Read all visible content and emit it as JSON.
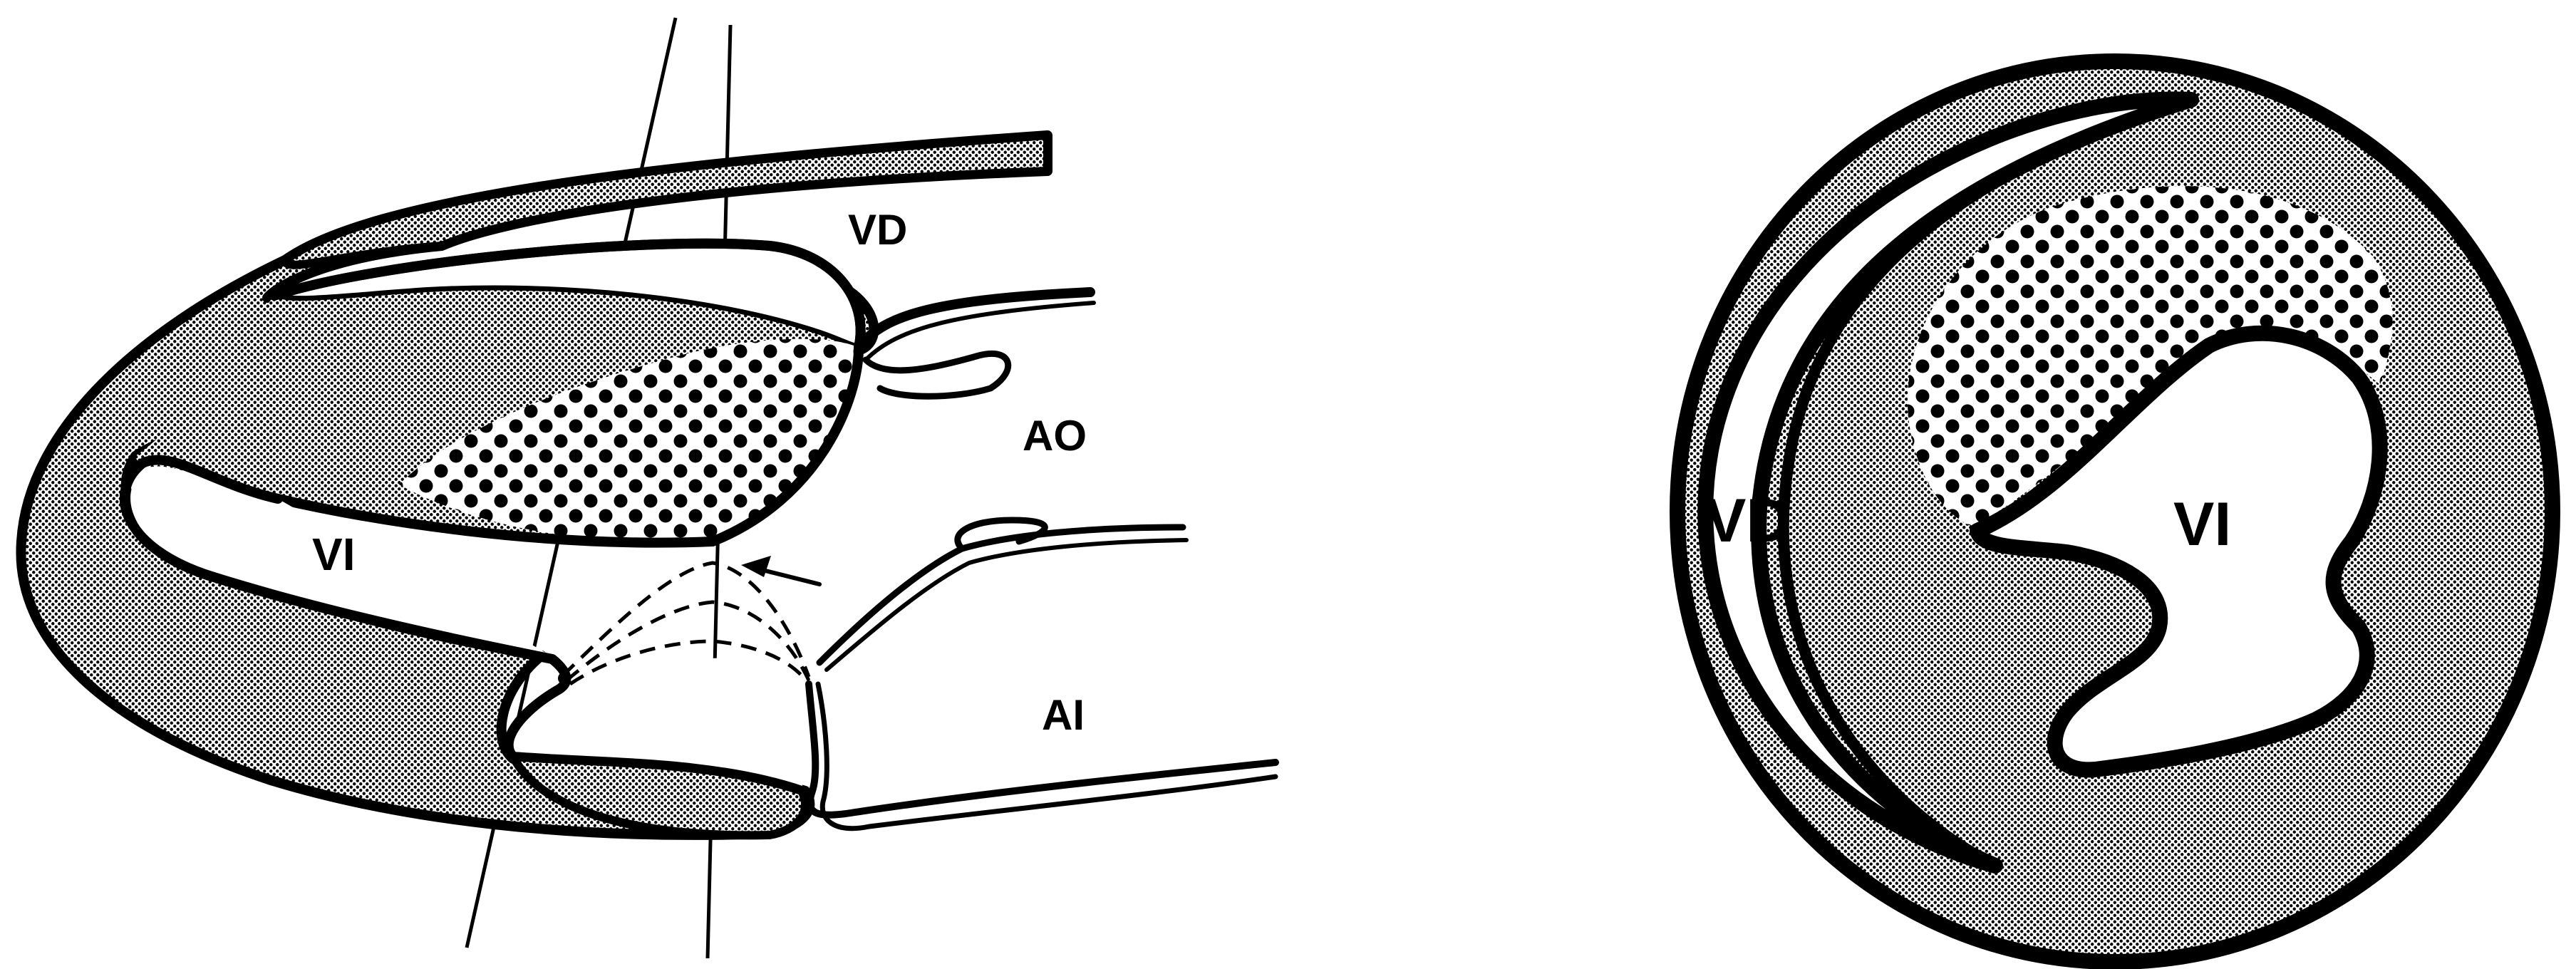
{
  "long_axis_view": {
    "labels": {
      "right_ventricle": "VD",
      "aorta": "AO",
      "left_ventricle": "VI",
      "left_atrium": "AI"
    }
  },
  "short_axis_view": {
    "labels": {
      "right_ventricle": "VD",
      "left_ventricle": "VI"
    }
  },
  "colors": {
    "ink": "#000000",
    "myocardium_gray": "#b9b9b9",
    "paper": "#ffffff"
  },
  "icons": {
    "arrow": "arrow-icon"
  }
}
